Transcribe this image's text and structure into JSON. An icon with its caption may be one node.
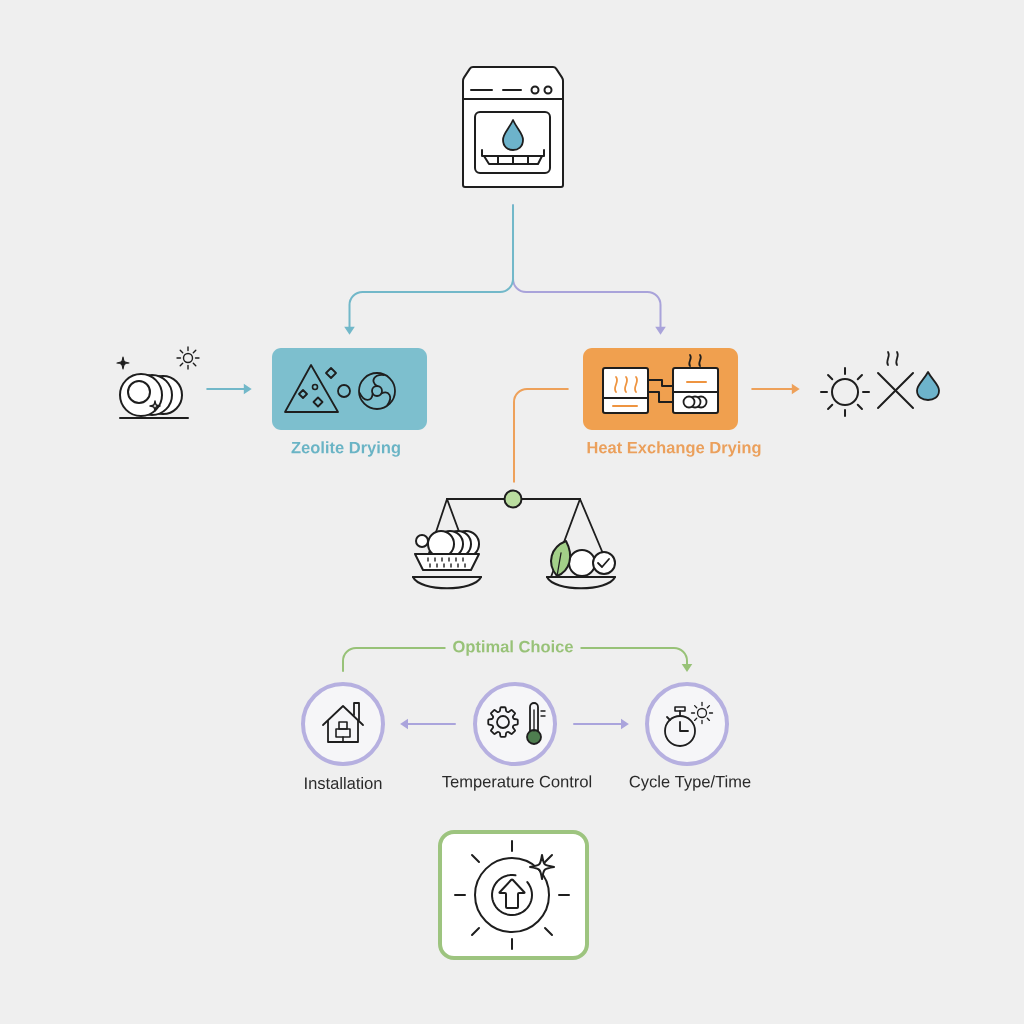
{
  "diagram": {
    "nodes": [
      {
        "text": [],
        "shape": "picture"
      },
      {
        "text": [],
        "shape": "picture"
      },
      {
        "text": [
          "Zeolite Drying"
        ]
      },
      {
        "text": [
          "Heat Exchange Drying"
        ]
      },
      {
        "text": [],
        "shape": "picture"
      },
      {
        "text": [],
        "shape": "picture"
      },
      {
        "text": [
          "Installation"
        ]
      },
      {
        "text": [
          "Temperature Control"
        ]
      },
      {
        "text": [
          "Cycle Type/Time"
        ]
      },
      {
        "text": [],
        "shape": "box"
      }
    ],
    "edges": [
      {
        "from": 0,
        "to": 2,
        "arrow": "to",
        "color": "#72b8c9"
      },
      {
        "from": 0,
        "to": 3,
        "arrow": "to",
        "color": "#a9a3da"
      },
      {
        "from": 1,
        "to": 2,
        "arrow": "to",
        "color": "#72b8c9"
      },
      {
        "from": 3,
        "to": 4,
        "arrow": "to",
        "color": "#eea15a"
      },
      {
        "from": 3,
        "to": 5,
        "arrow": "none",
        "color": "#eea15a"
      },
      {
        "from": 7,
        "to": 6,
        "arrow": "to",
        "color": "#aaa4dc"
      },
      {
        "from": 7,
        "to": 8,
        "arrow": "to",
        "color": "#aaa4dc"
      },
      {
        "from": 6,
        "to": 8,
        "arrow": "to",
        "label": "Optimal Choice",
        "color": "#98c278"
      }
    ]
  }
}
